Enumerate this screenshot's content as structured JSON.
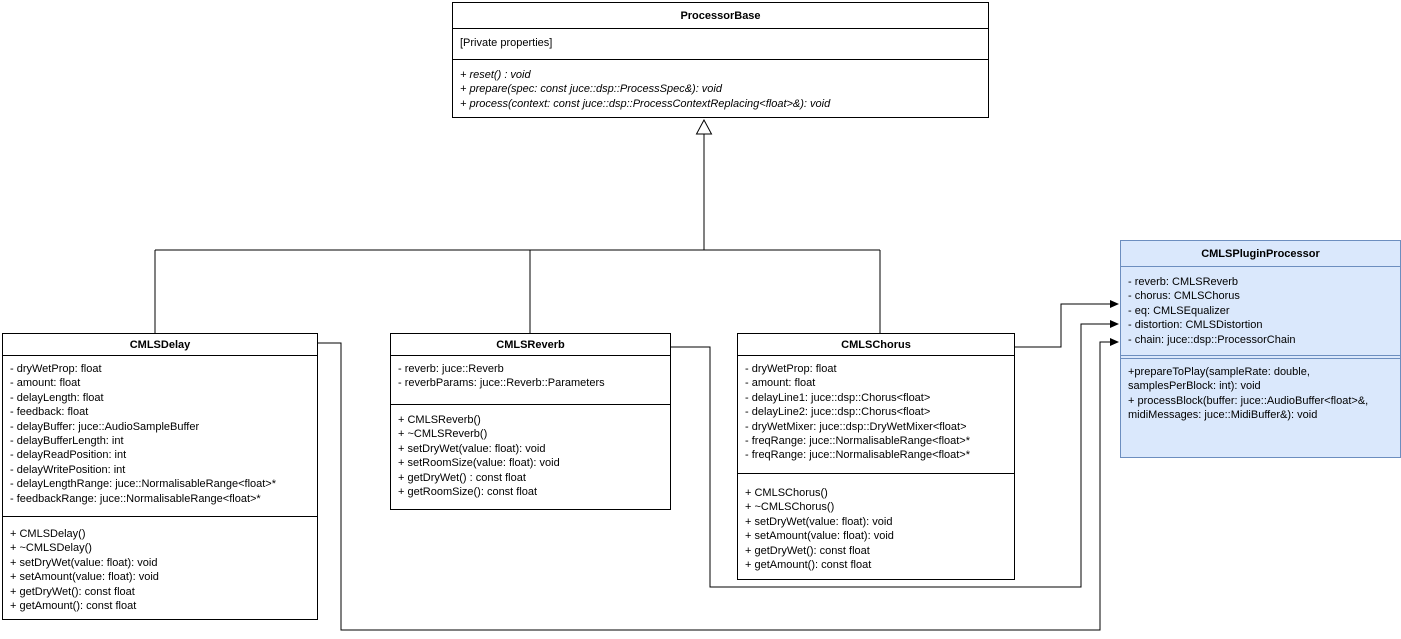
{
  "classes": [
    {
      "name": "ProcessorBase",
      "attributes": [
        "[Private properties]"
      ],
      "methods": [
        "+ reset() : void",
        "+ prepare(spec: const juce::dsp::ProcessSpec&): void",
        "+ process(context: const juce::dsp::ProcessContextReplacing<float>&): void"
      ]
    },
    {
      "name": "CMLSDelay",
      "attributes": [
        "- dryWetProp: float",
        "- amount: float",
        "- delayLength: float",
        "- feedback: float",
        "- delayBuffer: juce::AudioSampleBuffer",
        "- delayBufferLength: int",
        "- delayReadPosition: int",
        "- delayWritePosition: int",
        "- delayLengthRange: juce::NormalisableRange<float>*",
        "- feedbackRange: juce::NormalisableRange<float>*"
      ],
      "methods": [
        "+ CMLSDelay()",
        "+ ~CMLSDelay()",
        "+ setDryWet(value: float): void",
        "+ setAmount(value: float): void",
        "+ getDryWet(): const float",
        "+ getAmount(): const float"
      ]
    },
    {
      "name": "CMLSReverb",
      "attributes": [
        "- reverb: juce::Reverb",
        "- reverbParams: juce::Reverb::Parameters"
      ],
      "methods": [
        "+ CMLSReverb()",
        "+ ~CMLSReverb()",
        "+ setDryWet(value: float): void",
        "+ setRoomSize(value: float): void",
        "+ getDryWet() : const float",
        "+ getRoomSize(): const float"
      ]
    },
    {
      "name": "CMLSChorus",
      "attributes": [
        "- dryWetProp: float",
        "- amount: float",
        "- delayLine1: juce::dsp::Chorus<float>",
        "- delayLine2: juce::dsp::Chorus<float>",
        "- dryWetMixer: juce::dsp::DryWetMixer<float>",
        "- freqRange: juce::NormalisableRange<float>*",
        "- freqRange: juce::NormalisableRange<float>*"
      ],
      "methods": [
        "+ CMLSChorus()",
        "+ ~CMLSChorus()",
        "+ setDryWet(value: float): void",
        "+ setAmount(value: float): void",
        "+ getDryWet(): const float",
        "+ getAmount(): const float"
      ]
    },
    {
      "name": "CMLSPluginProcessor",
      "attributes": [
        "- reverb: CMLSReverb",
        "- chorus: CMLSChorus",
        "- eq: CMLSEqualizer",
        "- distortion: CMLSDistortion",
        "- chain: juce::dsp::ProcessorChain"
      ],
      "methods": [
        "+prepareToPlay(sampleRate: double,",
        "samplesPerBlock: int): void",
        "+ processBlock(buffer: juce::AudioBuffer<float>&,",
        "midiMessages: juce::MidiBuffer&): void"
      ]
    }
  ],
  "relationships": [
    {
      "type": "inheritance",
      "from": "CMLSDelay",
      "to": "ProcessorBase"
    },
    {
      "type": "inheritance",
      "from": "CMLSReverb",
      "to": "ProcessorBase"
    },
    {
      "type": "inheritance",
      "from": "CMLSChorus",
      "to": "ProcessorBase"
    },
    {
      "type": "directed-association",
      "from": "CMLSChorus",
      "to": "CMLSPluginProcessor"
    },
    {
      "type": "directed-association",
      "from": "CMLSReverb",
      "to": "CMLSPluginProcessor"
    },
    {
      "type": "directed-association",
      "from": "CMLSDelay",
      "to": "CMLSPluginProcessor"
    }
  ],
  "colors": {
    "plugin_box_fill": "#dae8fc",
    "plugin_box_border": "#6c8ebf",
    "box_border": "#000000",
    "line_color": "#000000"
  }
}
